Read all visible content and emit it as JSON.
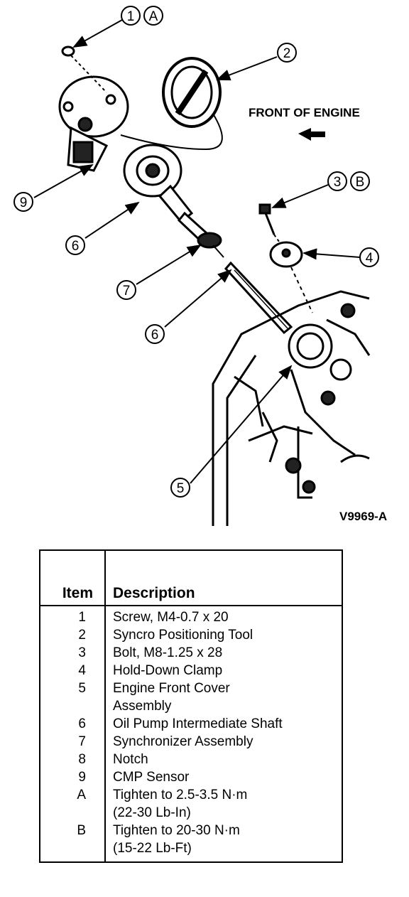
{
  "diagram": {
    "front_label": "FRONT OF ENGINE",
    "figure_id": "V9969-A",
    "callouts": [
      {
        "id": "c1",
        "num": "1",
        "letter": "A"
      },
      {
        "id": "c2",
        "num": "2"
      },
      {
        "id": "c3",
        "num": "3",
        "letter": "B"
      },
      {
        "id": "c4",
        "num": "4"
      },
      {
        "id": "c5",
        "num": "5"
      },
      {
        "id": "c6a",
        "num": "6"
      },
      {
        "id": "c6b",
        "num": "6"
      },
      {
        "id": "c7",
        "num": "7"
      },
      {
        "id": "c9",
        "num": "9"
      }
    ]
  },
  "table": {
    "headers": {
      "item": "Item",
      "description": "Description"
    },
    "rows": [
      {
        "item": "1",
        "lines": [
          "Screw, M4-0.7 x 20"
        ]
      },
      {
        "item": "2",
        "lines": [
          "Syncro Positioning Tool"
        ]
      },
      {
        "item": "3",
        "lines": [
          "Bolt, M8-1.25 x 28"
        ]
      },
      {
        "item": "4",
        "lines": [
          "Hold-Down Clamp"
        ]
      },
      {
        "item": "5",
        "lines": [
          "Engine Front Cover",
          "Assembly"
        ]
      },
      {
        "item": "6",
        "lines": [
          "Oil Pump Intermediate Shaft"
        ]
      },
      {
        "item": "7",
        "lines": [
          "Synchronizer Assembly"
        ]
      },
      {
        "item": "8",
        "lines": [
          "Notch"
        ]
      },
      {
        "item": "9",
        "lines": [
          "CMP Sensor"
        ]
      },
      {
        "item": "A",
        "lines": [
          "Tighten to 2.5-3.5 N·m",
          "(22-30 Lb-In)"
        ]
      },
      {
        "item": "B",
        "lines": [
          "Tighten to 20-30 N·m",
          "(15-22 Lb-Ft)"
        ]
      }
    ]
  }
}
